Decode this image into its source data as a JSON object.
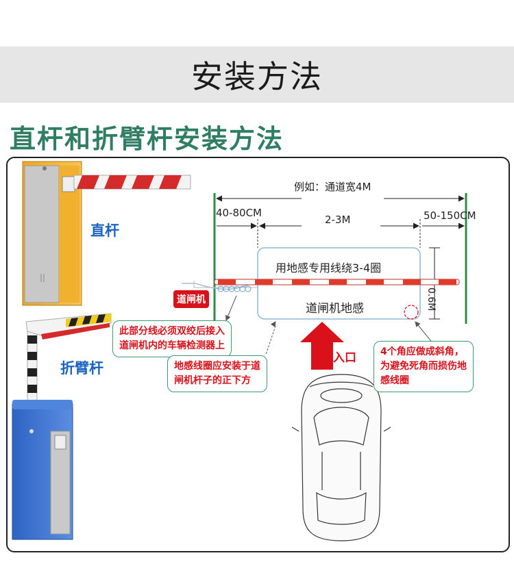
{
  "header": {
    "title": "安装方法",
    "subtitle": "直杆和折臂杆安装方法"
  },
  "labels": {
    "straight_bar": "直杆",
    "folding_bar": "折臂杆",
    "lane_width": "例如：通道宽4M",
    "left_gap": "40-80CM",
    "loop_length": "2-3M",
    "right_gap": "50-150CM",
    "loop_wire": "用地感专用线绕3-4圈",
    "loop_name": "道闸机地感",
    "loop_depth": "0.6M",
    "barrier": "道闸机",
    "entrance": "入口"
  },
  "notes": {
    "twist": "此部分线必须双绞后接入\n道闸机内的车辆检测器上",
    "position": "地感线圈应安装于道\n闸机杆子的正下方",
    "corners": "4个角应做成斜角，\n为避免死角而损伤地\n感线圈"
  },
  "colors": {
    "subtitle": "#2f7d62",
    "lane_line": "#2e8b47",
    "accent_red": "#d9111b",
    "label_blue": "#1a64c0",
    "loop_outline": "#8fb8d4"
  }
}
